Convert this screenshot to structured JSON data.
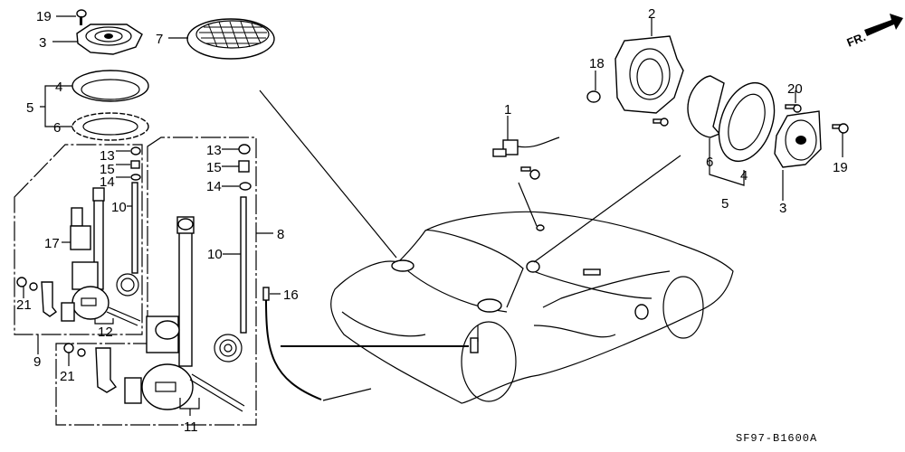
{
  "diagram": {
    "title_code": "SF97-B1600A",
    "direction_label": "FR.",
    "callouts": {
      "c19a": "19",
      "c3a": "3",
      "c7": "7",
      "c4a": "4",
      "c5a": "5",
      "c6a": "6",
      "c13a": "13",
      "c15a": "15",
      "c14a": "14",
      "c10a": "10",
      "c17": "17",
      "c21a": "21",
      "c12": "12",
      "c9": "9",
      "c13b": "13",
      "c15b": "15",
      "c14b": "14",
      "c10b": "10",
      "c8": "8",
      "c21b": "21",
      "c11": "11",
      "c16": "16",
      "c1": "1",
      "c2": "2",
      "c18": "18",
      "c20": "20",
      "c6b": "6",
      "c4b": "4",
      "c5b": "5",
      "c3b": "3",
      "c19b": "19"
    }
  }
}
